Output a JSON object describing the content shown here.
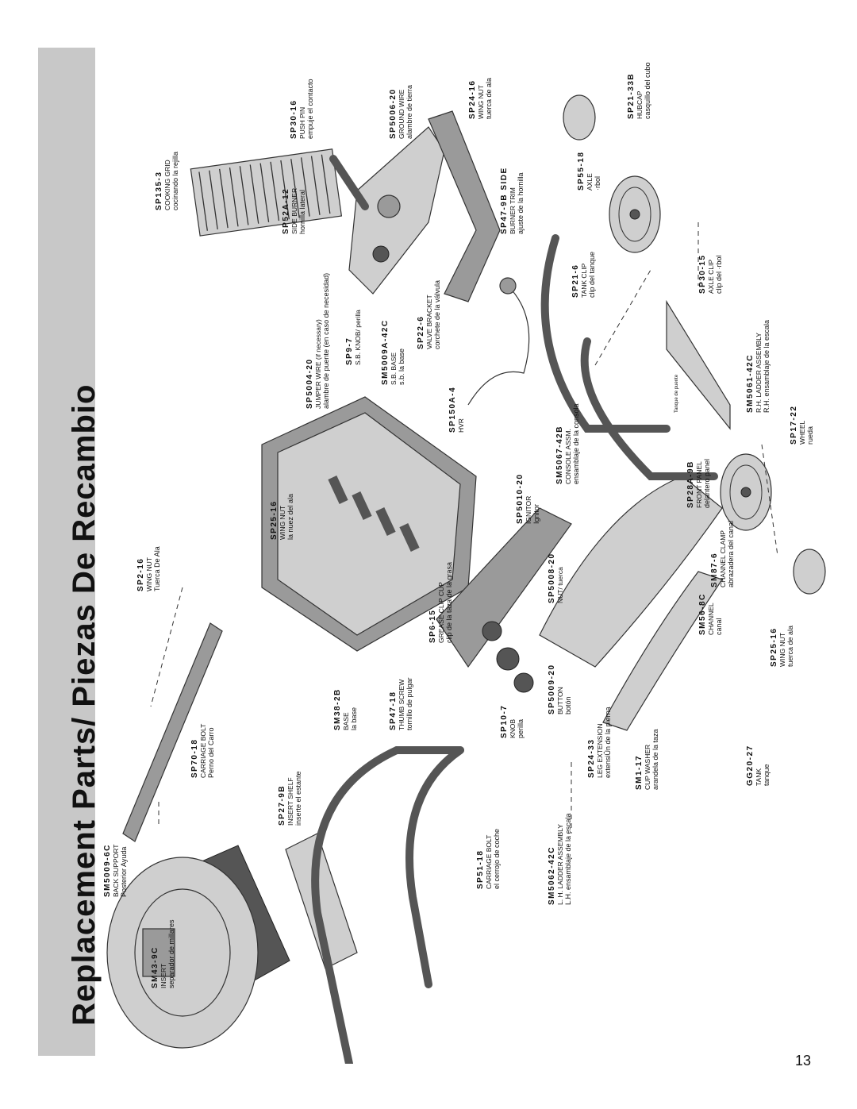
{
  "page": {
    "title": "Replacement Parts/ Piezas De Recambio",
    "page_number": "13"
  },
  "parts": [
    {
      "code": "SM5009-6C",
      "en": "BACK SUPPORT",
      "es": "Posterior Ayuda"
    },
    {
      "code": "SM43-9C",
      "en": "INSERT",
      "es": "separador de millares"
    },
    {
      "code": "SP70-18",
      "en": "CARRIAGE BOLT",
      "es": "Perno del Carro"
    },
    {
      "code": "SP2-16",
      "en": "WING NUT",
      "es": "Tuerca De Ala"
    },
    {
      "code": "SP27-9B",
      "en": "INSERT SHELF",
      "es": "inserte el estante"
    },
    {
      "code": "SM5062-42C",
      "en": "L. H. LADDER ASSEMBLY",
      "es": "L.H. ensamblaje de la escala"
    },
    {
      "code": "SP51-18",
      "en": "CARRIAGE BOLT",
      "es": "el cerrojo de coche"
    },
    {
      "code": "SM38-2B",
      "en": "BASE",
      "es": "la base"
    },
    {
      "code": "SP47-18",
      "en": "THUMB SCREW",
      "es": "tornillo de pulgar"
    },
    {
      "code": "SP10-7",
      "en": "KNOB",
      "es": "perilla"
    },
    {
      "code": "SP24-33",
      "en": "LEG EXTENSION",
      "es": "extensiÛn de la pierna"
    },
    {
      "code": "GG20-27",
      "en": "TANK",
      "es": "tanque"
    },
    {
      "code": "SM1-17",
      "en": "CUP WASHER",
      "es": "arandela de la taza"
    },
    {
      "code": "SP6-15",
      "en": "GREASE CLIP CUP",
      "es": "clip de la taza de la grasa"
    },
    {
      "code": "SP5009-20",
      "en": "BUTTON",
      "es": "botón"
    },
    {
      "code": "SP25-16",
      "en": "WING NUT",
      "es": "la nuez del ala"
    },
    {
      "code": "SP5010-20",
      "en": "IGNITOR",
      "es": "Ignitor"
    },
    {
      "code": "SM5067-42B",
      "en": "CONSOLE ASSM.",
      "es": "ensamblaje de la consola"
    },
    {
      "code": "SP5008-20",
      "en": "NUT/ tuerca",
      "es": ""
    },
    {
      "code": "SM56-8C",
      "en": "CHANNEL",
      "es": "canal"
    },
    {
      "code": "SP25-16",
      "en": "WING NUT",
      "es": "tuerca de ala"
    },
    {
      "code": "SP150A-4",
      "en": "HVR",
      "es": ""
    },
    {
      "code": "SP28A-9B",
      "en": "FRONT PANEL",
      "es": "delantero panel"
    },
    {
      "code": "SM87-6",
      "en": "CHANNEL CLAMP",
      "es": "abrazadera del canal"
    },
    {
      "code": "SP17-22",
      "en": "WHEEL",
      "es": "rueda"
    },
    {
      "code": "SM5061-42C",
      "en": "R.H. LADDER ASSEMBLY",
      "es": "R.H. ensamblaje de la escala"
    },
    {
      "code": "SP21-6",
      "en": "TANK CLIP",
      "es": "clip del tanque"
    },
    {
      "code": "SP30-15",
      "en": "AXLE CLIP",
      "es": "clip del ·rbol"
    },
    {
      "code": "SP55-18",
      "en": "AXLE",
      "es": "·rbol"
    },
    {
      "code": "SP21-33B",
      "en": "HUBCAP",
      "es": "casquillo del cubo"
    },
    {
      "code": "SP24-16",
      "en": "WING NUT",
      "es": "tuerca de ala"
    },
    {
      "code": "SP47-9B SIDE",
      "en": "BURNER TRIM",
      "es": "ajuste de la hornilla"
    },
    {
      "code": "SP5006-20",
      "en": "GROUND WIRE",
      "es": "alambre de tierra"
    },
    {
      "code": "SP30-16",
      "en": "PUSH PIN",
      "es": "empuje el contacto"
    },
    {
      "code": "SP52A-12",
      "en": "SIDE BURNER",
      "es": "hornilla lateral"
    },
    {
      "code": "SP135-3",
      "en": "COOKING GRID",
      "es": "cocinando la rejilla"
    },
    {
      "code": "SP5004-20",
      "en": "JUMPER WIRE (if necessary)",
      "es": "alambre de puente (en caso de necesidad)"
    },
    {
      "code": "SP9-7",
      "en": "S.B. KNOB/ perilla",
      "es": ""
    },
    {
      "code": "SM5009A-42C",
      "en": "S.B. BASE",
      "es": "s.b. la base"
    },
    {
      "code": "SP22-6",
      "en": "VALVE BRACKET",
      "es": "corchete de la válvula"
    }
  ],
  "notes": {
    "tank_bridge": "Tanque de puente"
  }
}
